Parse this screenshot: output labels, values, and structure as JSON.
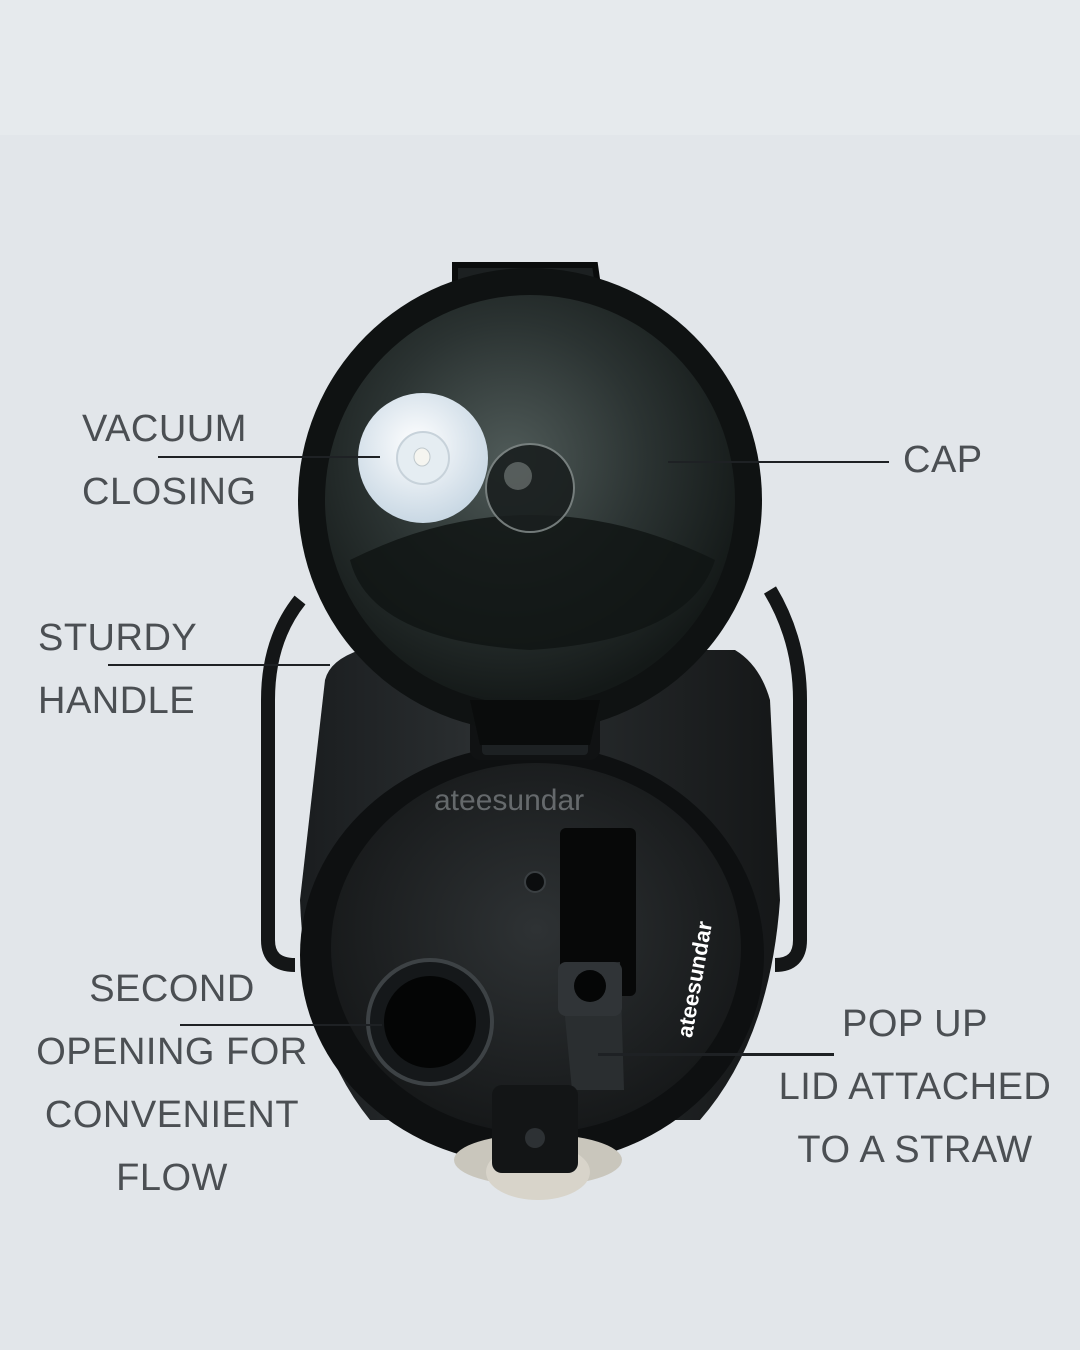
{
  "callouts": {
    "vacuum": "VACUUM\nCLOSING",
    "cap": "CAP",
    "handle": "STURDY\nHANDLE",
    "second_opening": "SECOND\nOPENING FOR\nCONVENIENT\nFLOW",
    "popup": "POP UP\nLID ATTACHED\nTO A STRAW"
  },
  "watermarks": {
    "faint": "ateesundar",
    "rotated": "ateesundar"
  }
}
